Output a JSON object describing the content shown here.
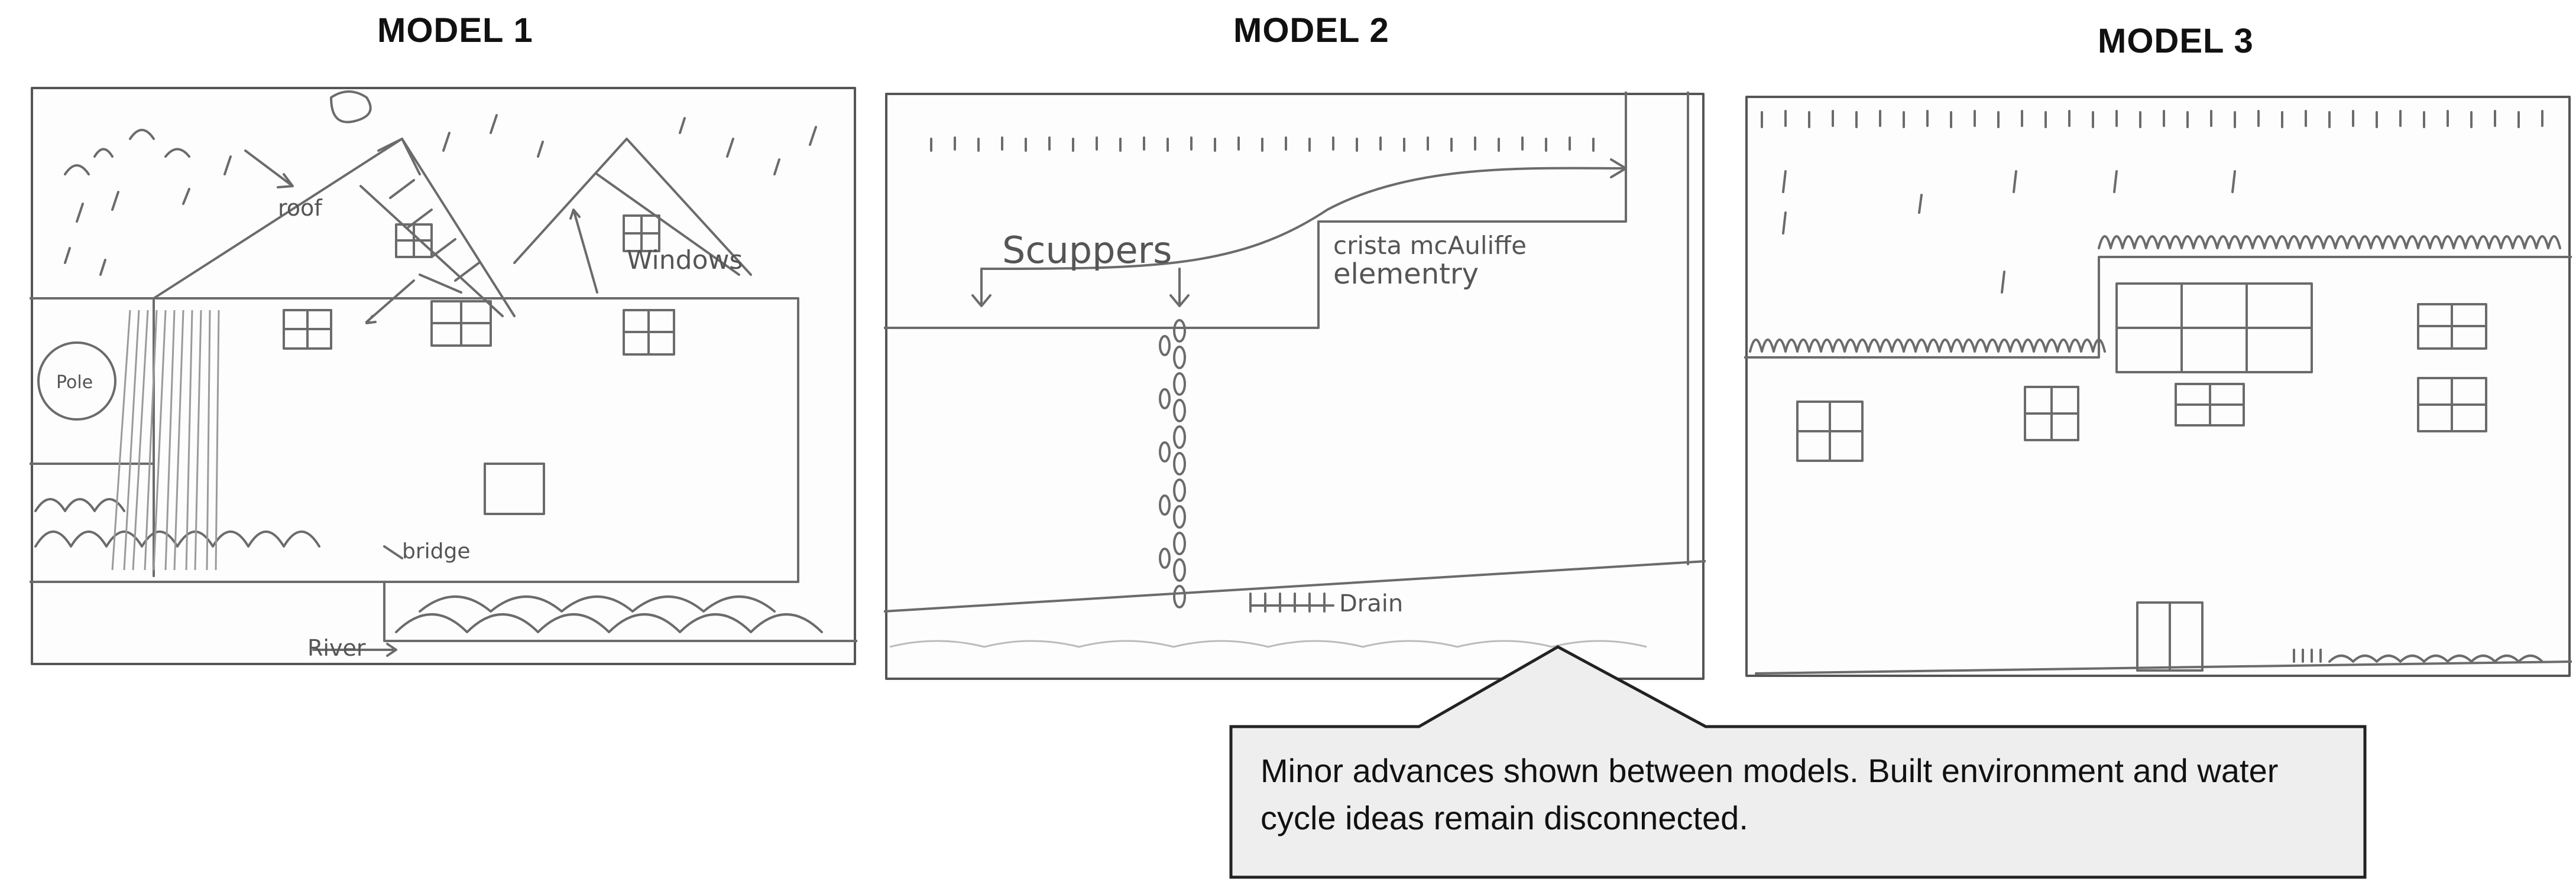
{
  "models": [
    {
      "title": "MODEL 1",
      "annotations": {
        "roof": "roof",
        "windows": "Windows",
        "pole": "Pole",
        "bridge": "bridge",
        "river": "River"
      }
    },
    {
      "title": "MODEL 2",
      "annotations": {
        "scuppers": "Scuppers",
        "school_line1": "crista mcAuliffe",
        "school_line2": "elementry",
        "drain": "Drain"
      }
    },
    {
      "title": "MODEL 3",
      "annotations": {}
    }
  ],
  "callout": {
    "text": "Minor advances shown between models. Built environment and water cycle ideas remain disconnected."
  },
  "colors": {
    "pencil": "#6b6b6b",
    "callout_fill": "#eeeeee",
    "callout_border": "#222222"
  }
}
